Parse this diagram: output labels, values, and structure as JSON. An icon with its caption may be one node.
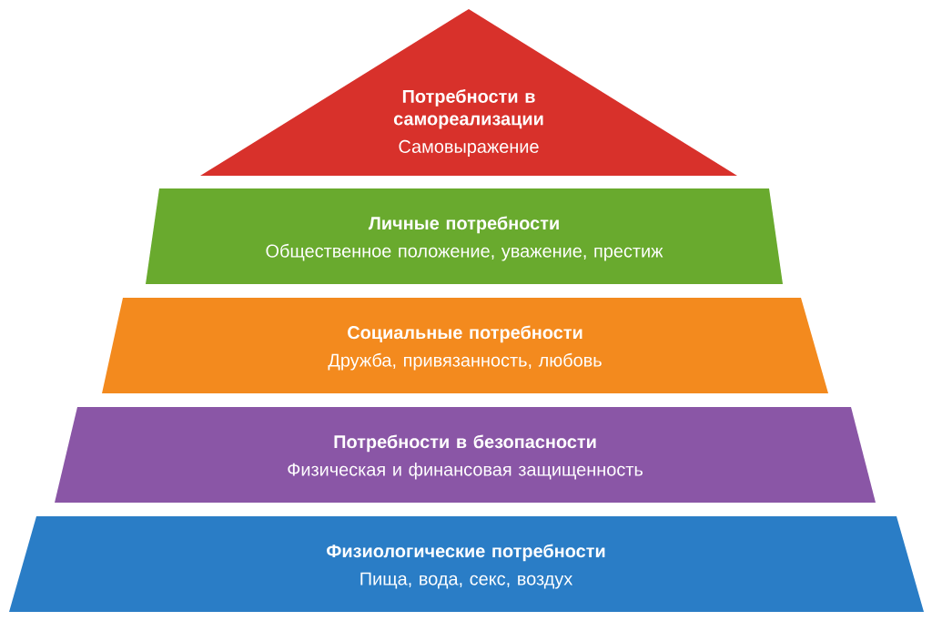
{
  "diagram": {
    "nodes": [
      {
        "text": [
          "Потребности в самореализации",
          "Самовыражение"
        ]
      },
      {
        "text": [
          "Личные потребности",
          "Общественное положение, уважение, престиж"
        ]
      },
      {
        "text": [
          "Социальные потребности",
          "Дружба, привязанность, любовь"
        ]
      },
      {
        "text": [
          "Потребности в безопасности",
          "Физическая и финансовая защищенность"
        ]
      },
      {
        "text": [
          "Физиологические потребности",
          "Пища, вода, секс, воздух"
        ]
      }
    ]
  }
}
